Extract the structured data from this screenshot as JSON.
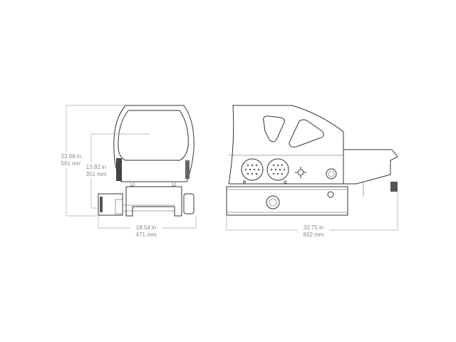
{
  "dimensions": {
    "overall_height": {
      "in": "22.08 in",
      "mm": "561 mm"
    },
    "optical_height": {
      "in": "13.82 in",
      "mm": "351 mm"
    },
    "width": {
      "in": "18.54 in",
      "mm": "471 mm"
    },
    "length": {
      "in": "32.75 in",
      "mm": "832 mm"
    }
  },
  "buttons": {
    "red": "R",
    "green": "G"
  },
  "line_color": "#333333",
  "dimension_color": "#999999"
}
